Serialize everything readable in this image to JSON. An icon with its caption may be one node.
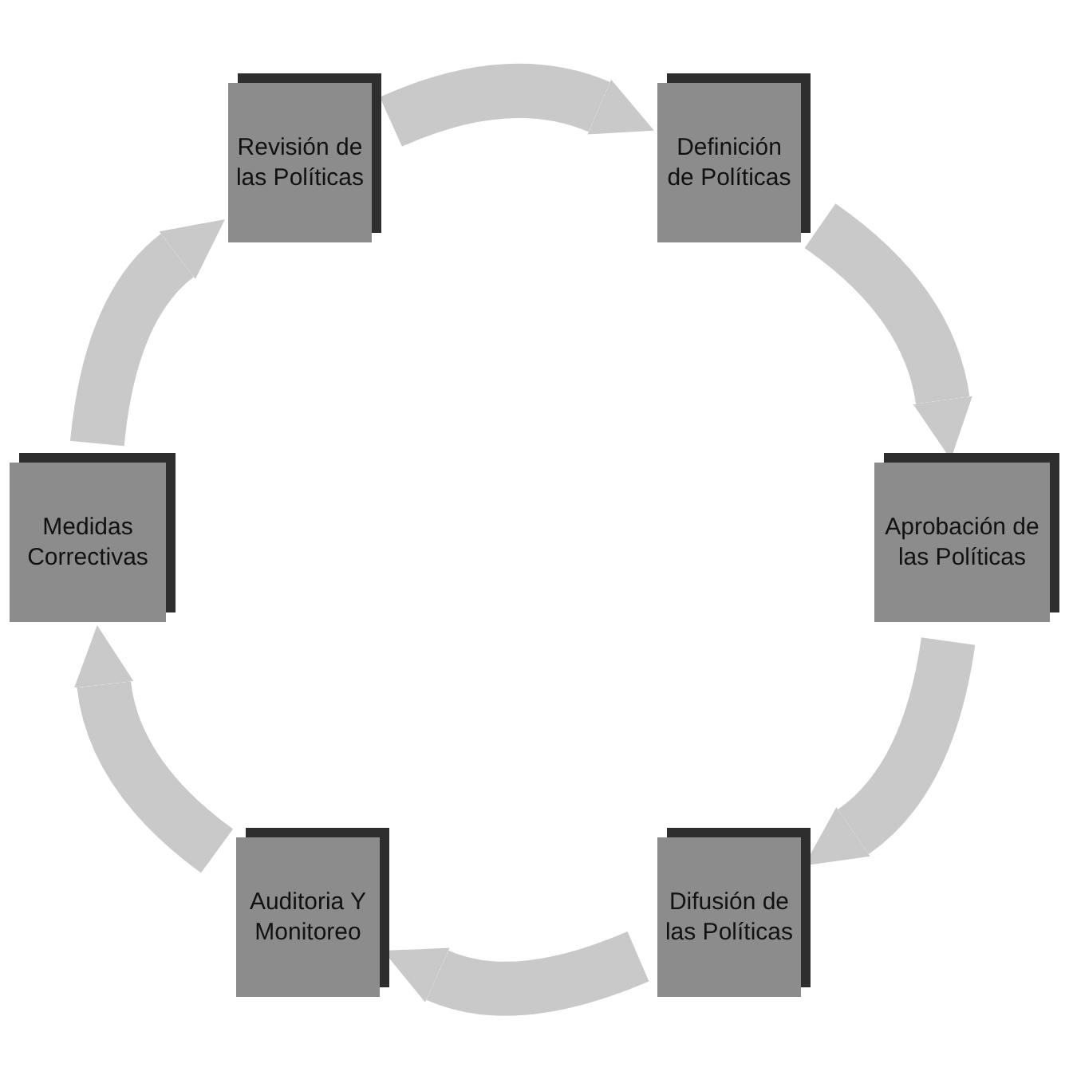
{
  "diagram": {
    "nodes": [
      {
        "text": [
          "Revisión de las Políticas"
        ]
      },
      {
        "text": [
          "Definición de Políticas"
        ]
      },
      {
        "text": [
          "Aprobación de las Políticas"
        ]
      },
      {
        "text": [
          "Difusión de las Políticas"
        ]
      },
      {
        "text": [
          "Auditoria Y Monitoreo"
        ]
      },
      {
        "text": [
          "Medidas Correctivas"
        ]
      }
    ],
    "edges": [
      {
        "from": 0,
        "to": 1,
        "arrow": "to"
      },
      {
        "from": 1,
        "to": 2,
        "arrow": "to"
      },
      {
        "from": 2,
        "to": 3,
        "arrow": "to"
      },
      {
        "from": 3,
        "to": 4,
        "arrow": "to"
      },
      {
        "from": 4,
        "to": 5,
        "arrow": "to"
      },
      {
        "from": 5,
        "to": 0,
        "arrow": "to"
      }
    ]
  }
}
